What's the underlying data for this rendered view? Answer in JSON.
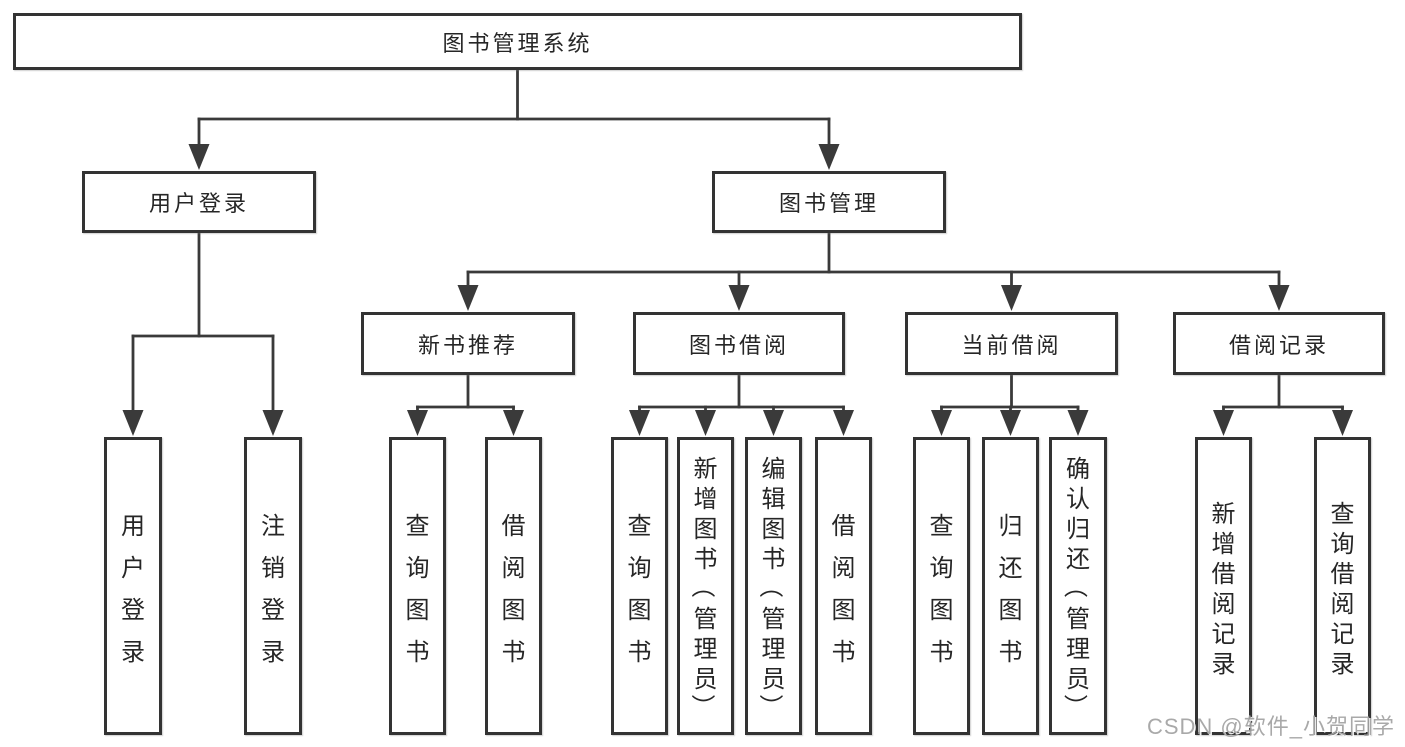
{
  "nodes": {
    "root": "图书管理系统",
    "user_login": "用户登录",
    "book_mgmt": "图书管理",
    "new_book_rec": "新书推荐",
    "book_borrow": "图书借阅",
    "current_borrow": "当前借阅",
    "borrow_records": "借阅记录",
    "leaf_user_login": "用户登录",
    "leaf_logout": "注销登录",
    "leaf_nb_query": "查询图书",
    "leaf_nb_borrow": "借阅图书",
    "leaf_bb_query": "查询图书",
    "leaf_bb_add": "新增图书（管理员）",
    "leaf_bb_edit": "编辑图书（管理员）",
    "leaf_bb_borrow": "借阅图书",
    "leaf_cb_query": "查询图书",
    "leaf_cb_return": "归还图书",
    "leaf_cb_confirm": "确认归还（管理员）",
    "leaf_br_add": "新增借阅记录",
    "leaf_br_query": "查询借阅记录"
  },
  "watermark": "CSDN @软件_小贺同学",
  "colors": {
    "line": "#3a3a3a",
    "border": "#333333",
    "text": "#262626",
    "watermark": "#a2a2a2"
  }
}
